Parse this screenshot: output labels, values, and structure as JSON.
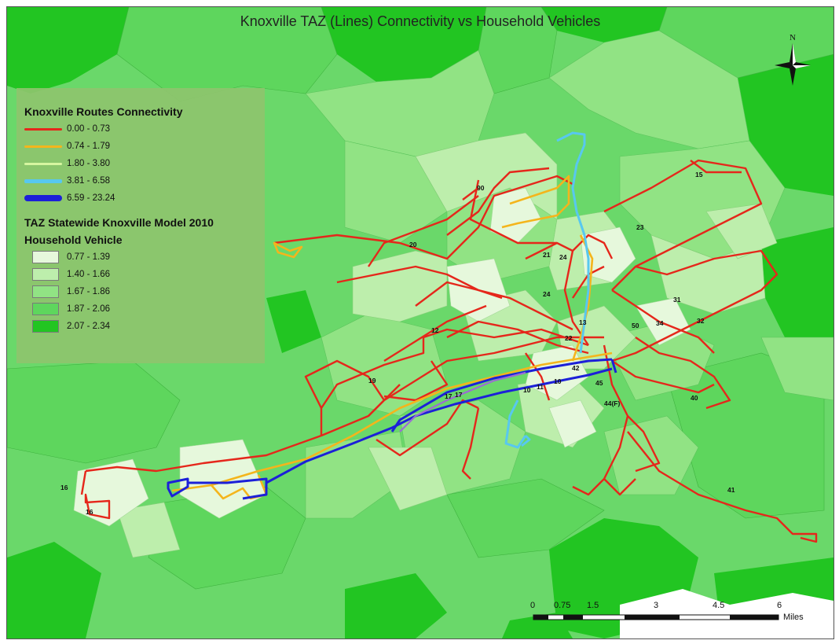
{
  "title": "Knoxville TAZ (Lines) Connectivity vs Household Vehicles",
  "north_label": "N",
  "legend": {
    "routes_heading": "Knoxville Routes Connectivity",
    "routes": [
      {
        "label": "0.00 - 0.73",
        "color": "#e5271b"
      },
      {
        "label": "0.74 - 1.79",
        "color": "#f4b51c"
      },
      {
        "label": "1.80 - 3.80",
        "color": "#d6f5a0"
      },
      {
        "label": "3.81 - 6.58",
        "color": "#58c8ef"
      },
      {
        "label": "6.59 - 23.24",
        "color": "#1c20d8"
      }
    ],
    "taz_heading": "TAZ Statewide Knoxville Model 2010",
    "taz_subheading": "Household Vehicle",
    "taz": [
      {
        "label": "0.77 - 1.39",
        "color": "#e6f8dc"
      },
      {
        "label": "1.40 - 1.66",
        "color": "#bdeeac"
      },
      {
        "label": "1.67 - 1.86",
        "color": "#91e384"
      },
      {
        "label": "1.87 - 2.06",
        "color": "#5ed65d"
      },
      {
        "label": "2.07 - 2.34",
        "color": "#22c522"
      }
    ]
  },
  "scale_bar": {
    "ticks": [
      "0",
      "0.75",
      "1.5",
      "3",
      "4.5",
      "6"
    ],
    "unit": "Miles"
  },
  "route_labels": [
    "90",
    "20",
    "12",
    "19",
    "16",
    "16",
    "23",
    "21",
    "24",
    "24",
    "13",
    "22",
    "42",
    "31",
    "50",
    "34",
    "32",
    "17",
    "17",
    "10",
    "11",
    "10",
    "45",
    "44(F)",
    "40",
    "41",
    "15"
  ]
}
